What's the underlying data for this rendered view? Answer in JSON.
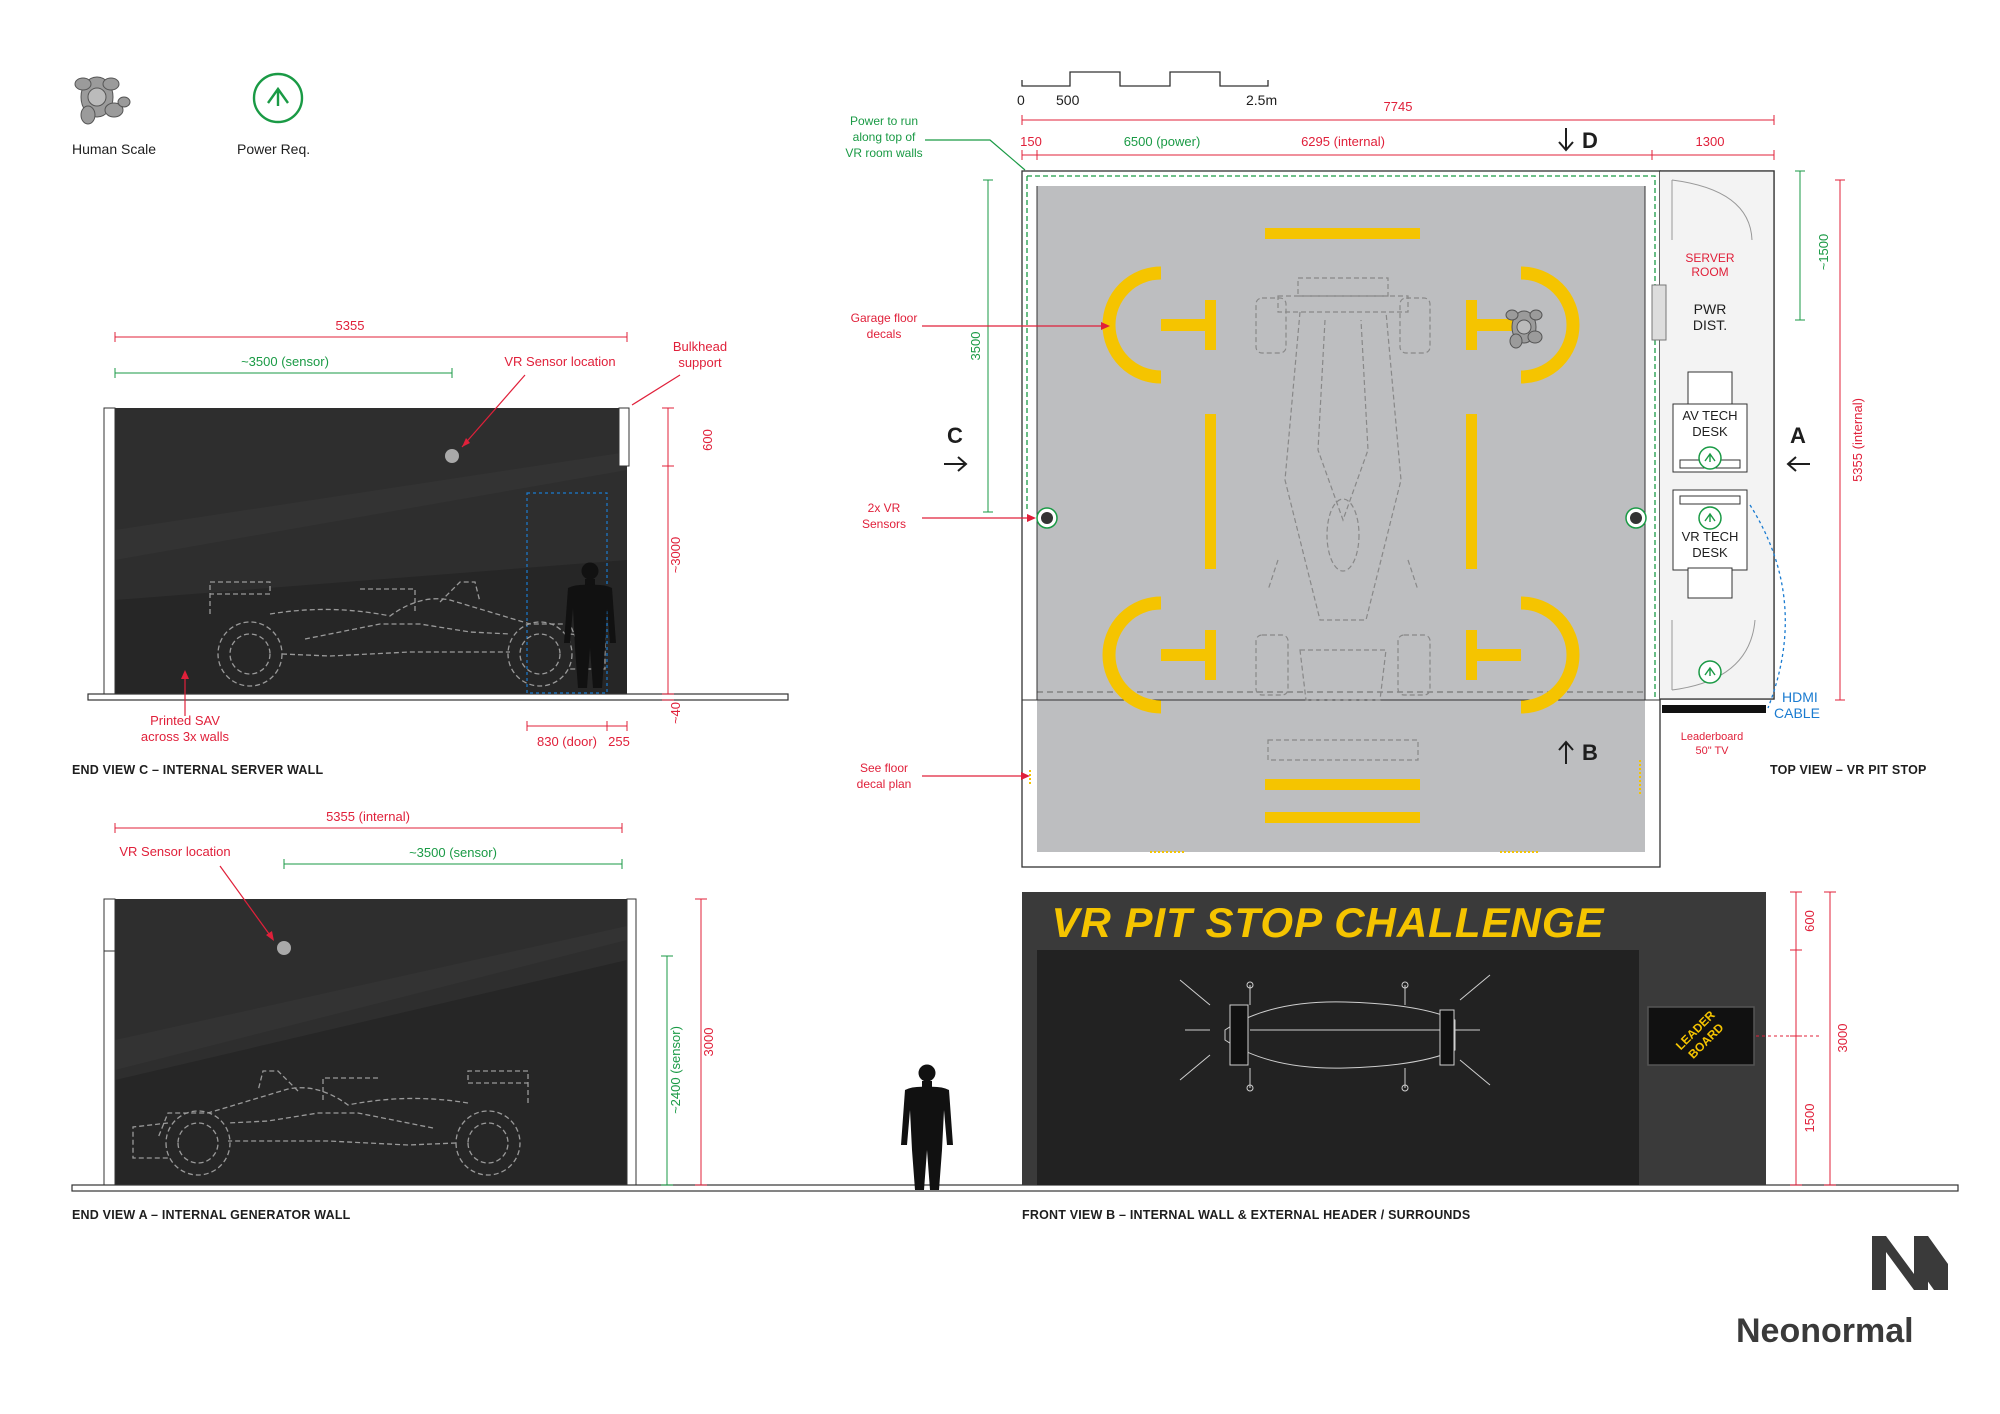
{
  "legend": {
    "human_scale": "Human Scale",
    "power_req": "Power Req."
  },
  "scale_bar": {
    "zero": "0",
    "mid": "500",
    "end": "2.5m"
  },
  "brand": {
    "name": "Neonormal"
  },
  "colors": {
    "dim_red": "#e0203a",
    "power_green": "#1a9a45",
    "cable_blue": "#1a7bd0",
    "decal_yellow": "#f5c400",
    "wall_dark": "#262626",
    "floor_grey": "#bdbec0"
  },
  "end_view_c": {
    "title": "END VIEW C – INTERNAL SERVER WALL",
    "dim_width": "5355",
    "dim_sensor": "~3500 (sensor)",
    "sensor_label": "VR Sensor location",
    "bulkhead_1": "Bulkhead",
    "bulkhead_2": "support",
    "dim_600": "600",
    "dim_3000": "~3000",
    "dim_40": "~40",
    "dim_door": "830 (door)",
    "dim_255": "255",
    "printed_1": "Printed SAV",
    "printed_2": "across 3x walls"
  },
  "end_view_a": {
    "title": "END VIEW A – INTERNAL GENERATOR WALL",
    "dim_width": "5355 (internal)",
    "dim_sensor": "~3500 (sensor)",
    "sensor_label": "VR Sensor location",
    "dim_2400": "~2400 (sensor)",
    "dim_3000": "3000"
  },
  "top_view": {
    "title": "TOP VIEW – VR PIT STOP",
    "dim_total": "7745",
    "dim_150": "150",
    "dim_power": "6500 (power)",
    "dim_internal": "6295 (internal)",
    "dim_1300": "1300",
    "dim_3500": "3500",
    "dim_1500": "~1500",
    "dim_5355": "5355 (internal)",
    "note_power_1": "Power to run",
    "note_power_2": "along top of",
    "note_power_3": "VR room walls",
    "note_garage_1": "Garage floor",
    "note_garage_2": "decals",
    "note_sensors_1": "2x VR",
    "note_sensors_2": "Sensors",
    "note_floor_1": "See floor",
    "note_floor_2": "decal plan",
    "view_a": "A",
    "view_b": "B",
    "view_c": "C",
    "view_d": "D",
    "server_1": "SERVER",
    "server_2": "ROOM",
    "pwr_1": "PWR",
    "pwr_2": "DIST.",
    "av_1": "AV TECH",
    "av_2": "DESK",
    "vr_1": "VR TECH",
    "vr_2": "DESK",
    "hdmi_1": "HDMI",
    "hdmi_2": "CABLE",
    "leader_1": "Leaderboard",
    "leader_2": "50\" TV"
  },
  "front_view": {
    "title": "FRONT VIEW B – INTERNAL WALL & EXTERNAL HEADER / SURROUNDS",
    "header_text": "VR PIT STOP CHALLENGE",
    "leader_1": "LEADER",
    "leader_2": "BOARD",
    "dim_600": "600",
    "dim_3000": "3000",
    "dim_1500": "1500"
  }
}
